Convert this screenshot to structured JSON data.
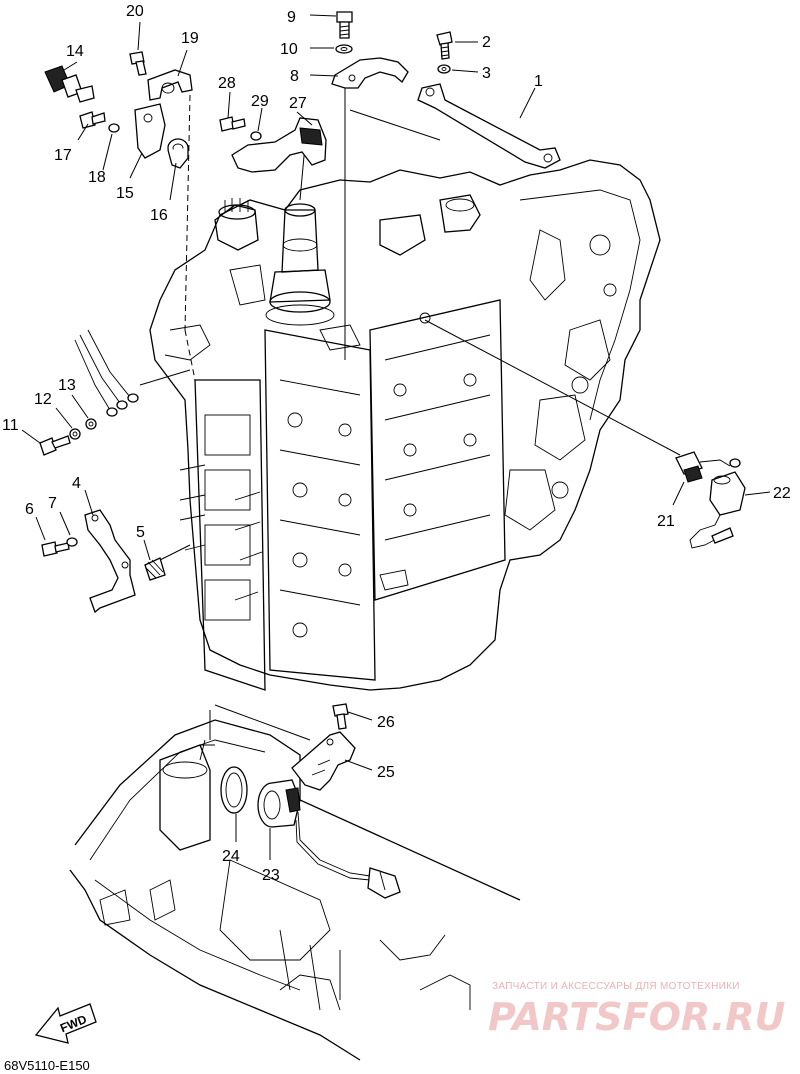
{
  "diagram_code": "68V5110-E150",
  "fwd_label": "FWD",
  "watermark": {
    "top_text": "ЗАПЧАСТИ И АКСЕССУАРЫ ДЛЯ МОТОТЕХНИКИ",
    "logo_text": "PARTSFOR.RU",
    "color": "#e9a9a9"
  },
  "callouts": [
    "1",
    "2",
    "3",
    "4",
    "5",
    "6",
    "7",
    "8",
    "9",
    "10",
    "11",
    "12",
    "13",
    "14",
    "15",
    "16",
    "17",
    "18",
    "19",
    "20",
    "21",
    "22",
    "23",
    "24",
    "25",
    "26",
    "27",
    "28",
    "29"
  ]
}
